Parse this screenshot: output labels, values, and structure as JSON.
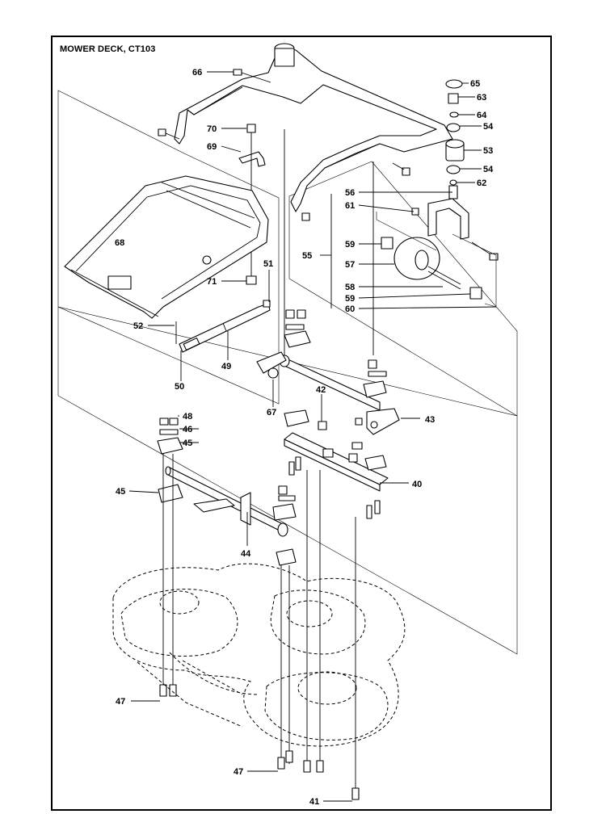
{
  "title": "MOWER DECK, CT103",
  "callouts": {
    "c41": "41",
    "c40": "40",
    "c42": "42",
    "c43": "43",
    "c44": "44",
    "c45a": "45",
    "c45b": "45",
    "c46": "46",
    "c47a": "47",
    "c47b": "47",
    "c48": "48",
    "c49": "49",
    "c50": "50",
    "c51": "51",
    "c52": "52",
    "c53": "53",
    "c54a": "54",
    "c54b": "54",
    "c55": "55",
    "c56": "56",
    "c57": "57",
    "c58": "58",
    "c59a": "59",
    "c59b": "59",
    "c60": "60",
    "c61": "61",
    "c62": "62",
    "c63": "63",
    "c64": "64",
    "c65": "65",
    "c66": "66",
    "c67": "67",
    "c68": "68",
    "c69": "69",
    "c70": "70",
    "c71": "71"
  }
}
